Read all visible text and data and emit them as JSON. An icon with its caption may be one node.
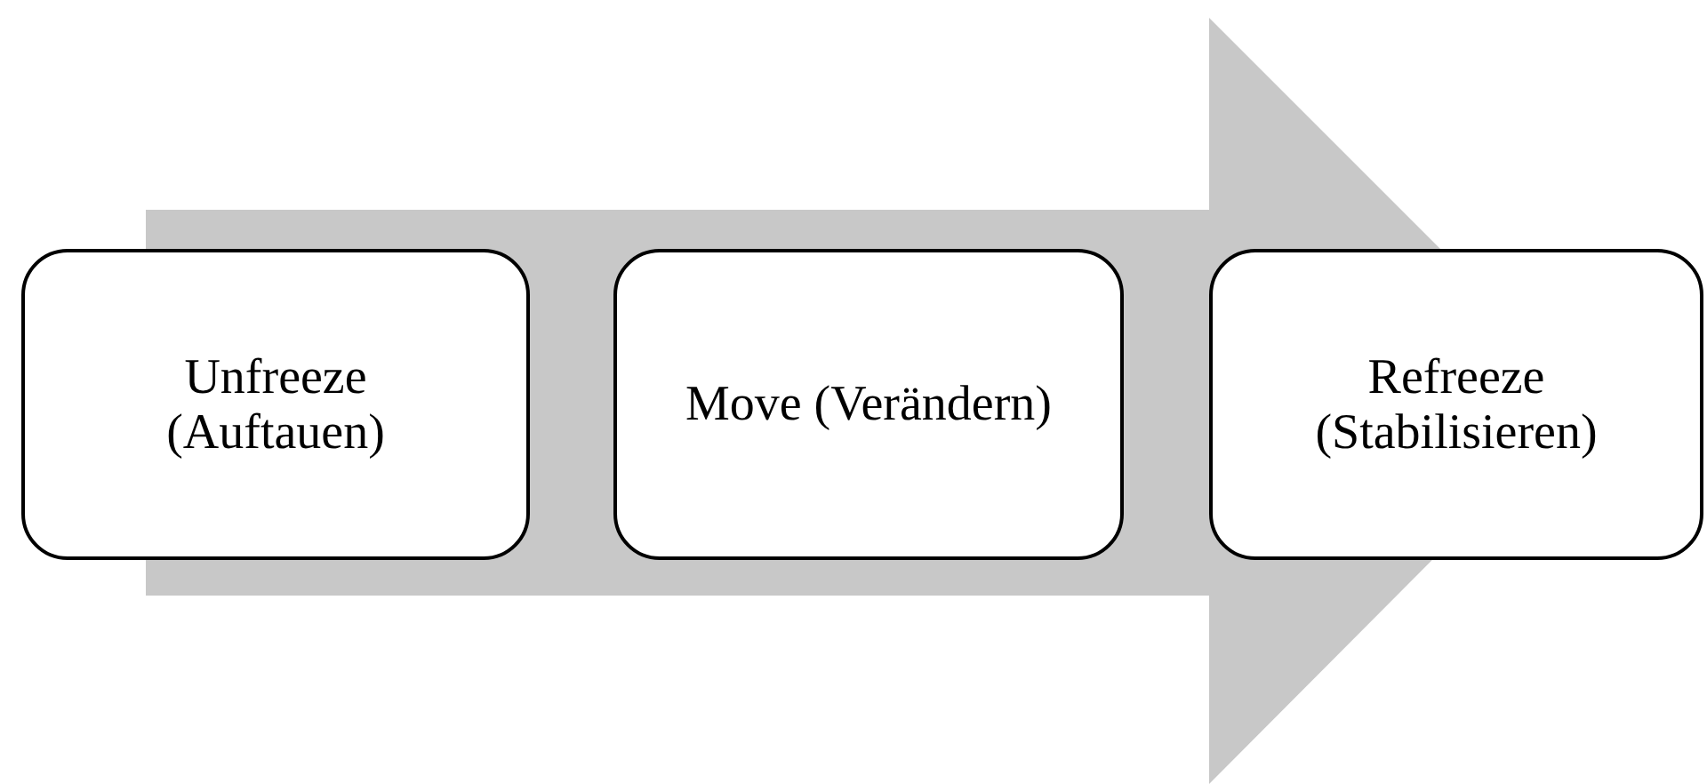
{
  "diagram": {
    "nodes": [
      {
        "text": [
          "Unfreeze (Auftauen)"
        ]
      },
      {
        "text": [
          "Move (Verändern)"
        ]
      },
      {
        "text": [
          "Refreeze (Stabilisieren)"
        ]
      }
    ],
    "edges": [
      {
        "from": 0,
        "to": 2,
        "arrow": "to",
        "style": "thick"
      }
    ]
  }
}
